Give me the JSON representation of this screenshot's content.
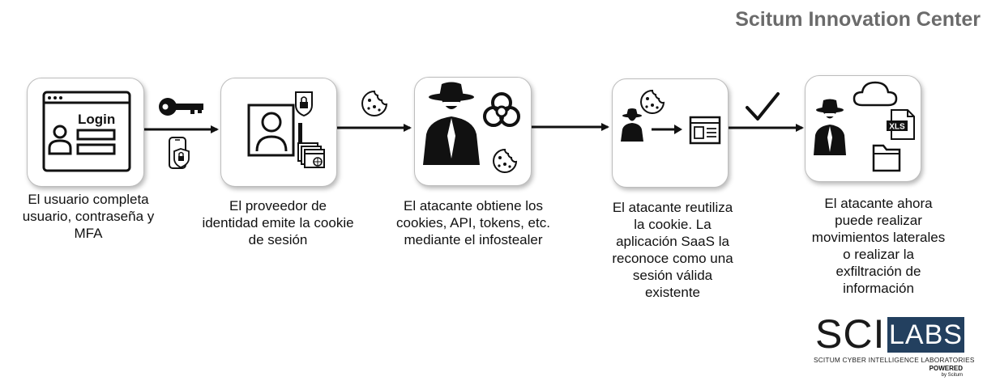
{
  "header": {
    "title": "Scitum Innovation Center"
  },
  "steps": [
    {
      "lines": [
        "El usuario completa",
        "usuario, contraseña y",
        "MFA"
      ],
      "box_text": "Login"
    },
    {
      "lines": [
        "El proveedor de",
        "identidad emite la cookie",
        "de sesión"
      ]
    },
    {
      "lines": [
        "El atacante obtiene los",
        "cookies, API,  tokens, etc.",
        "mediante el infostealer"
      ]
    },
    {
      "lines": [
        "El atacante reutiliza",
        "la cookie. La",
        "aplicación SaaS la",
        "reconoce como una",
        "sesión válida",
        "existente"
      ]
    },
    {
      "lines": [
        "El atacante ahora",
        "puede realizar",
        "movimientos laterales",
        "o realizar la",
        "exfiltración de",
        "información"
      ],
      "file_label": "XLS"
    }
  ],
  "logo": {
    "sci": "SCI",
    "labs": "LABS",
    "subtitle": "SCITUM CYBER INTELLIGENCE LABORATORIES",
    "powered": "POWERED",
    "by": "by Scitum"
  },
  "colors": {
    "title_gray": "#6b6b6b",
    "logo_blue": "#23405f",
    "ink": "#111111"
  }
}
